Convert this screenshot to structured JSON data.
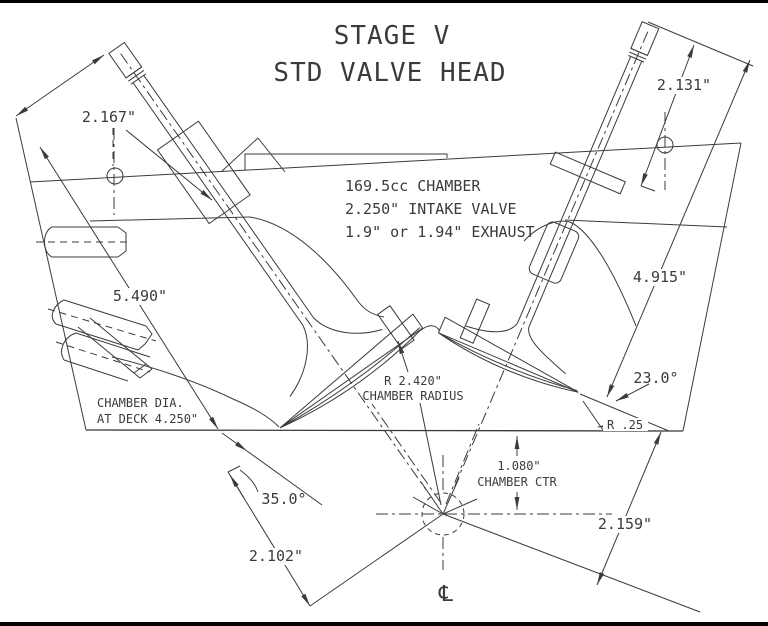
{
  "drawing": {
    "title_line1": "STAGE V",
    "title_line2": "STD VALVE HEAD",
    "notes": {
      "line1": "169.5cc CHAMBER",
      "line2": "2.250\" INTAKE VALVE",
      "line3": "1.9\" or 1.94\" EXHAUST"
    },
    "dimensions": {
      "intake_tip_height": "2.167\"",
      "exhaust_tip_height": "2.131\"",
      "diag_left": "5.490\"",
      "diag_right": "4.915\"",
      "exhaust_seat_angle": "23.0°",
      "intake_valve_angle": "35.0°",
      "intake_depth": "2.102\"",
      "exhaust_depth": "2.159\"",
      "fillet_radius": "R .25",
      "chamber_radius_line1": "R 2.420\"",
      "chamber_radius_line2": "CHAMBER RADIUS",
      "chamber_ctr_line1": "1.080\"",
      "chamber_ctr_line2": "CHAMBER CTR",
      "chamber_dia_line1": "CHAMBER DIA.",
      "chamber_dia_line2": "AT DECK 4.250\""
    },
    "centerline_symbol": "℄"
  },
  "colors": {
    "line": "#3b3b3b",
    "background": "#ffffff",
    "border": "#000000"
  }
}
